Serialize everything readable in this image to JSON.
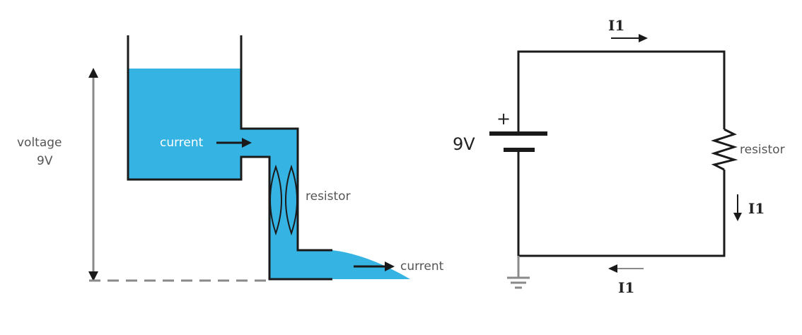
{
  "water_analogy": {
    "voltage_label_line1": "voltage",
    "voltage_label_line2": "9V",
    "current_label_top": "current",
    "resistor_label": "resistor",
    "current_label_bottom": "current"
  },
  "circuit": {
    "battery_voltage": "9V",
    "battery_plus": "+",
    "resistor_label": "resistor",
    "current_top": "I1",
    "current_right": "I1",
    "current_bottom": "I1"
  },
  "colors": {
    "water": "#35b3e3",
    "line": "#1a1a1a",
    "axis": "#8a8a8a",
    "text": "#555555"
  }
}
